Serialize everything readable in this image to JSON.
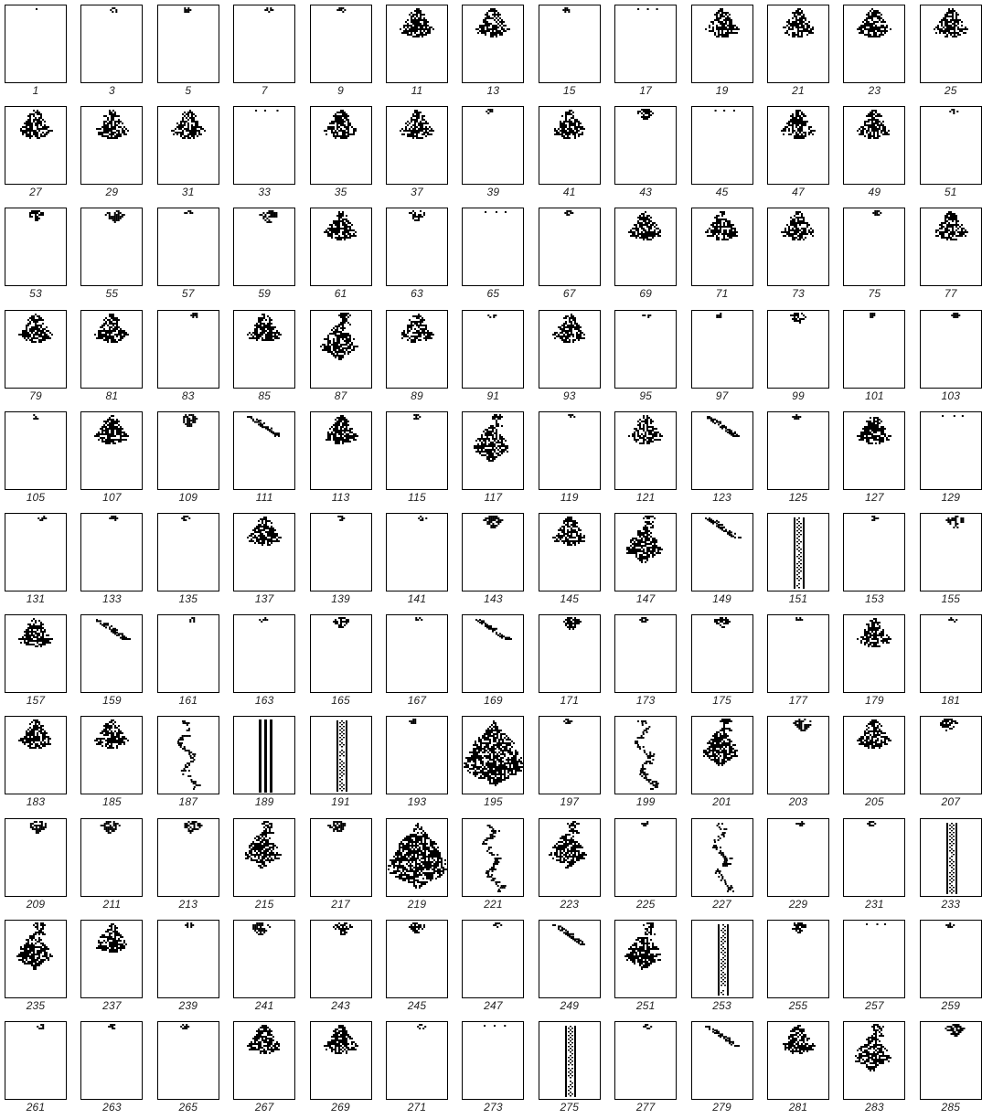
{
  "figure": {
    "panels": [
      {
        "rule": "1",
        "pattern": "dot"
      },
      {
        "rule": "3",
        "pattern": "blob"
      },
      {
        "rule": "5",
        "pattern": "blob"
      },
      {
        "rule": "7",
        "pattern": "blob"
      },
      {
        "rule": "9",
        "pattern": "blob"
      },
      {
        "rule": "11",
        "pattern": "tree"
      },
      {
        "rule": "13",
        "pattern": "tree"
      },
      {
        "rule": "15",
        "pattern": "blob"
      },
      {
        "rule": "17",
        "pattern": "dots"
      },
      {
        "rule": "19",
        "pattern": "tree"
      },
      {
        "rule": "21",
        "pattern": "tree"
      },
      {
        "rule": "23",
        "pattern": "tree"
      },
      {
        "rule": "25",
        "pattern": "tree"
      },
      {
        "rule": "27",
        "pattern": "tree"
      },
      {
        "rule": "29",
        "pattern": "tree"
      },
      {
        "rule": "31",
        "pattern": "tree"
      },
      {
        "rule": "33",
        "pattern": "dots"
      },
      {
        "rule": "35",
        "pattern": "tree"
      },
      {
        "rule": "37",
        "pattern": "tree"
      },
      {
        "rule": "39",
        "pattern": "blob"
      },
      {
        "rule": "41",
        "pattern": "tree"
      },
      {
        "rule": "43",
        "pattern": "fan"
      },
      {
        "rule": "45",
        "pattern": "dots"
      },
      {
        "rule": "47",
        "pattern": "tree"
      },
      {
        "rule": "49",
        "pattern": "tree"
      },
      {
        "rule": "51",
        "pattern": "blob"
      },
      {
        "rule": "53",
        "pattern": "fan"
      },
      {
        "rule": "55",
        "pattern": "cluster"
      },
      {
        "rule": "57",
        "pattern": "blob"
      },
      {
        "rule": "59",
        "pattern": "cluster"
      },
      {
        "rule": "61",
        "pattern": "tree"
      },
      {
        "rule": "63",
        "pattern": "fan"
      },
      {
        "rule": "65",
        "pattern": "dots"
      },
      {
        "rule": "67",
        "pattern": "blob"
      },
      {
        "rule": "69",
        "pattern": "tree"
      },
      {
        "rule": "71",
        "pattern": "tree"
      },
      {
        "rule": "73",
        "pattern": "tree"
      },
      {
        "rule": "75",
        "pattern": "blob"
      },
      {
        "rule": "77",
        "pattern": "tree"
      },
      {
        "rule": "79",
        "pattern": "tree"
      },
      {
        "rule": "81",
        "pattern": "tree"
      },
      {
        "rule": "83",
        "pattern": "blob"
      },
      {
        "rule": "85",
        "pattern": "tree"
      },
      {
        "rule": "87",
        "pattern": "tall"
      },
      {
        "rule": "89",
        "pattern": "tree"
      },
      {
        "rule": "91",
        "pattern": "blob"
      },
      {
        "rule": "93",
        "pattern": "tree"
      },
      {
        "rule": "95",
        "pattern": "blob"
      },
      {
        "rule": "97",
        "pattern": "blob"
      },
      {
        "rule": "99",
        "pattern": "fan"
      },
      {
        "rule": "101",
        "pattern": "blob"
      },
      {
        "rule": "103",
        "pattern": "blob"
      },
      {
        "rule": "105",
        "pattern": "blob"
      },
      {
        "rule": "107",
        "pattern": "tree"
      },
      {
        "rule": "109",
        "pattern": "cluster"
      },
      {
        "rule": "111",
        "pattern": "diag"
      },
      {
        "rule": "113",
        "pattern": "tree"
      },
      {
        "rule": "115",
        "pattern": "blob"
      },
      {
        "rule": "117",
        "pattern": "tall"
      },
      {
        "rule": "119",
        "pattern": "blob"
      },
      {
        "rule": "121",
        "pattern": "tree"
      },
      {
        "rule": "123",
        "pattern": "diag"
      },
      {
        "rule": "125",
        "pattern": "blob"
      },
      {
        "rule": "127",
        "pattern": "tree"
      },
      {
        "rule": "129",
        "pattern": "dots"
      },
      {
        "rule": "131",
        "pattern": "blob"
      },
      {
        "rule": "133",
        "pattern": "blob"
      },
      {
        "rule": "135",
        "pattern": "blob"
      },
      {
        "rule": "137",
        "pattern": "tree"
      },
      {
        "rule": "139",
        "pattern": "blob"
      },
      {
        "rule": "141",
        "pattern": "blob"
      },
      {
        "rule": "143",
        "pattern": "cluster"
      },
      {
        "rule": "145",
        "pattern": "tree"
      },
      {
        "rule": "147",
        "pattern": "tall"
      },
      {
        "rule": "149",
        "pattern": "diag"
      },
      {
        "rule": "151",
        "pattern": "column"
      },
      {
        "rule": "153",
        "pattern": "blob"
      },
      {
        "rule": "155",
        "pattern": "cluster"
      },
      {
        "rule": "157",
        "pattern": "tree"
      },
      {
        "rule": "159",
        "pattern": "diag"
      },
      {
        "rule": "161",
        "pattern": "blob"
      },
      {
        "rule": "163",
        "pattern": "blob"
      },
      {
        "rule": "165",
        "pattern": "fan"
      },
      {
        "rule": "167",
        "pattern": "blob"
      },
      {
        "rule": "169",
        "pattern": "diag"
      },
      {
        "rule": "171",
        "pattern": "cluster"
      },
      {
        "rule": "173",
        "pattern": "blob"
      },
      {
        "rule": "175",
        "pattern": "fan"
      },
      {
        "rule": "177",
        "pattern": "blob"
      },
      {
        "rule": "179",
        "pattern": "tree"
      },
      {
        "rule": "181",
        "pattern": "blob"
      },
      {
        "rule": "183",
        "pattern": "tree"
      },
      {
        "rule": "185",
        "pattern": "tree"
      },
      {
        "rule": "187",
        "pattern": "chaos"
      },
      {
        "rule": "189",
        "pattern": "bars"
      },
      {
        "rule": "191",
        "pattern": "column"
      },
      {
        "rule": "193",
        "pattern": "blob"
      },
      {
        "rule": "195",
        "pattern": "big"
      },
      {
        "rule": "197",
        "pattern": "blob"
      },
      {
        "rule": "199",
        "pattern": "chaos"
      },
      {
        "rule": "201",
        "pattern": "tall"
      },
      {
        "rule": "203",
        "pattern": "cluster"
      },
      {
        "rule": "205",
        "pattern": "tree"
      },
      {
        "rule": "207",
        "pattern": "cluster"
      },
      {
        "rule": "209",
        "pattern": "cluster"
      },
      {
        "rule": "211",
        "pattern": "cluster"
      },
      {
        "rule": "213",
        "pattern": "cluster"
      },
      {
        "rule": "215",
        "pattern": "tall"
      },
      {
        "rule": "217",
        "pattern": "cluster"
      },
      {
        "rule": "219",
        "pattern": "big"
      },
      {
        "rule": "221",
        "pattern": "chaos"
      },
      {
        "rule": "223",
        "pattern": "tall"
      },
      {
        "rule": "225",
        "pattern": "blob"
      },
      {
        "rule": "227",
        "pattern": "chaos"
      },
      {
        "rule": "229",
        "pattern": "blob"
      },
      {
        "rule": "231",
        "pattern": "blob"
      },
      {
        "rule": "233",
        "pattern": "column"
      },
      {
        "rule": "235",
        "pattern": "tall"
      },
      {
        "rule": "237",
        "pattern": "tree"
      },
      {
        "rule": "239",
        "pattern": "blob"
      },
      {
        "rule": "241",
        "pattern": "cluster"
      },
      {
        "rule": "243",
        "pattern": "cluster"
      },
      {
        "rule": "245",
        "pattern": "fan"
      },
      {
        "rule": "247",
        "pattern": "blob"
      },
      {
        "rule": "249",
        "pattern": "diag"
      },
      {
        "rule": "251",
        "pattern": "tall"
      },
      {
        "rule": "253",
        "pattern": "column"
      },
      {
        "rule": "255",
        "pattern": "fan"
      },
      {
        "rule": "257",
        "pattern": "dots"
      },
      {
        "rule": "259",
        "pattern": "blob"
      },
      {
        "rule": "261",
        "pattern": "blob"
      },
      {
        "rule": "263",
        "pattern": "blob"
      },
      {
        "rule": "265",
        "pattern": "blob"
      },
      {
        "rule": "267",
        "pattern": "tree"
      },
      {
        "rule": "269",
        "pattern": "tree"
      },
      {
        "rule": "271",
        "pattern": "blob"
      },
      {
        "rule": "273",
        "pattern": "dots"
      },
      {
        "rule": "275",
        "pattern": "column"
      },
      {
        "rule": "277",
        "pattern": "blob"
      },
      {
        "rule": "279",
        "pattern": "diag"
      },
      {
        "rule": "281",
        "pattern": "tree"
      },
      {
        "rule": "283",
        "pattern": "tall"
      },
      {
        "rule": "285",
        "pattern": "cluster"
      }
    ]
  }
}
